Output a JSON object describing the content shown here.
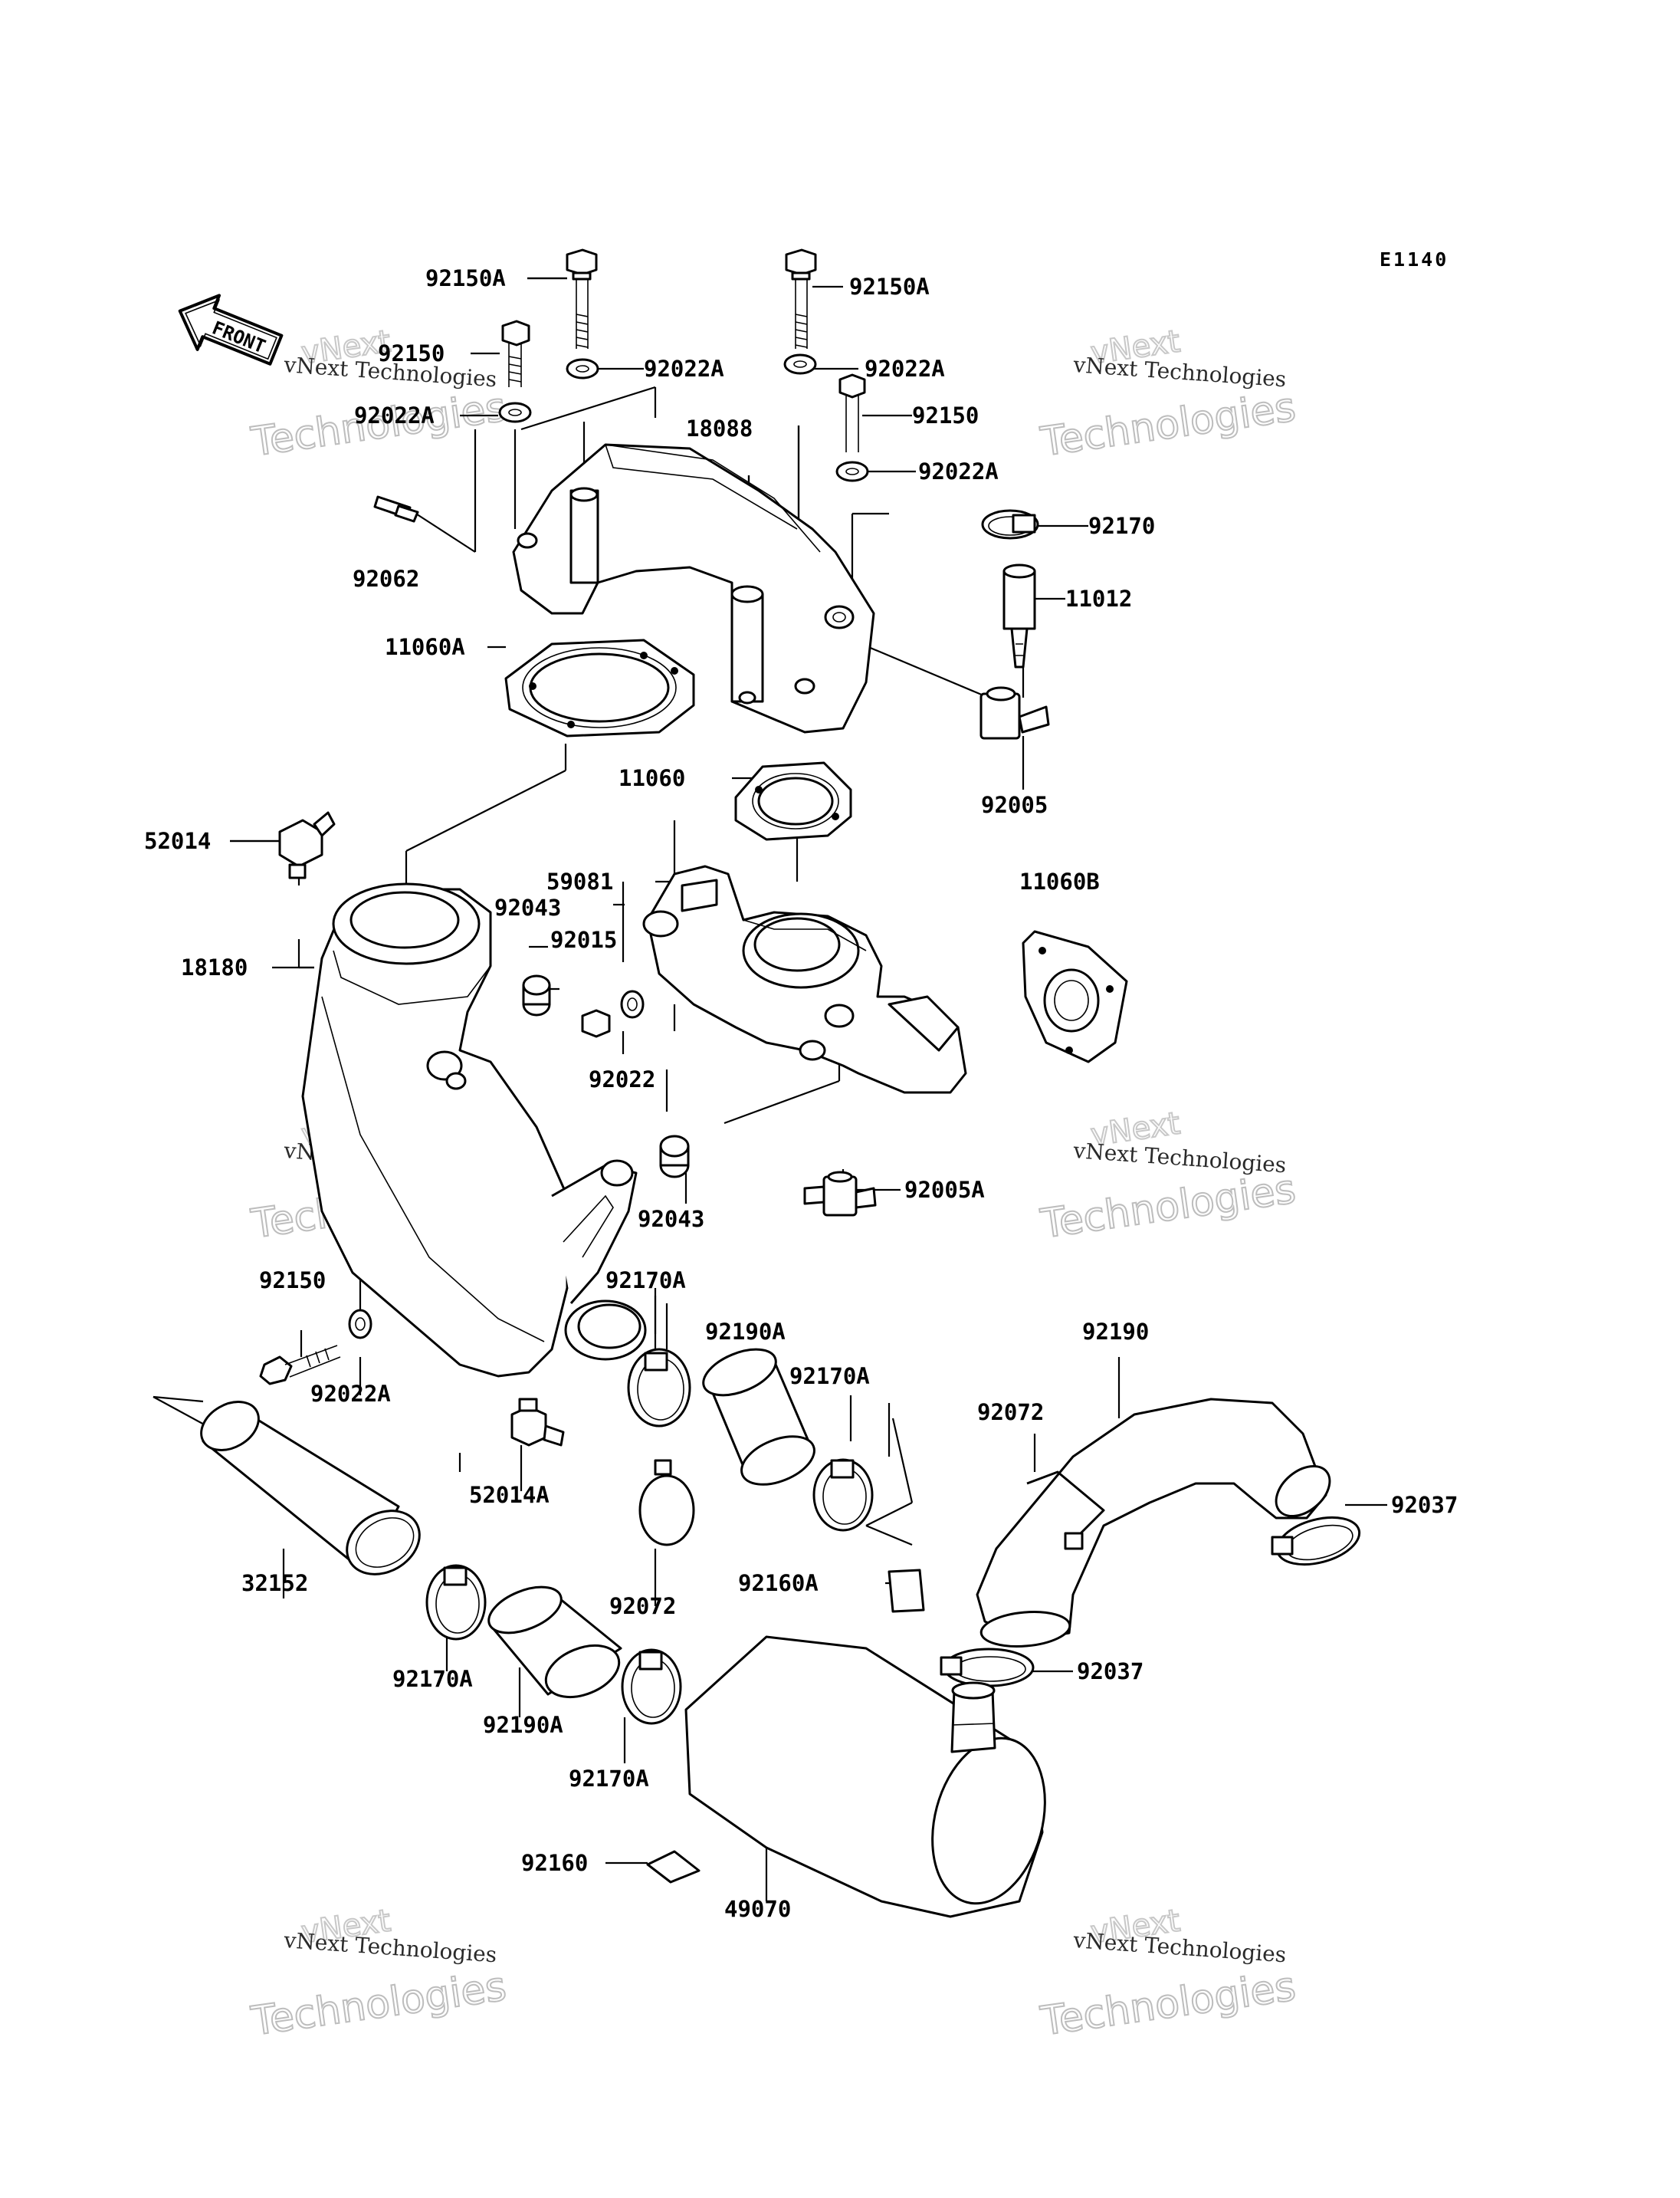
{
  "diagram_code": "E1140",
  "front_label": "FRONT",
  "watermark": {
    "line1": "vNext Technologies",
    "line2": "vNext",
    "line3": "Technologies"
  },
  "parts": [
    "92150A",
    "92150A",
    "92150",
    "92022A",
    "92022A",
    "92022A",
    "92022A",
    "18088",
    "92150",
    "92170",
    "11012",
    "92062",
    "11060A",
    "92005",
    "11060",
    "52014",
    "59081",
    "11060B",
    "92043",
    "92015",
    "18180",
    "92022",
    "92043",
    "92005A",
    "92150",
    "92170A",
    "92190A",
    "92190",
    "92022A",
    "92170A",
    "92072",
    "92037",
    "52014A",
    "32152",
    "92160A",
    "92072",
    "92170A",
    "92037",
    "92190A",
    "92170A",
    "92160",
    "49070"
  ]
}
